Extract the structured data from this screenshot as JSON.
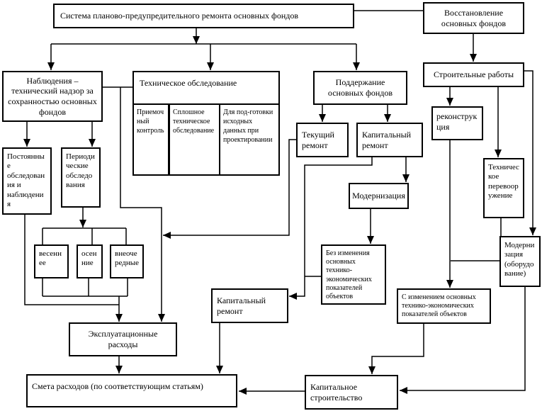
{
  "diagram": {
    "nodes": {
      "sistema_ppr": {
        "label": "Система планово-предупредительного ремонта основных фондов"
      },
      "vosstanovlenie": {
        "label": "Восстановление основных фондов"
      },
      "nablyudeniya": {
        "label": "Наблюдения – технический надзор за сохранностью основных фондов"
      },
      "teh_obsledovanie": {
        "label": "Техническое обследование"
      },
      "priemochny_kontrol": {
        "label": "Приемочный контроль"
      },
      "sploshnoe_obsledovanie": {
        "label": "Сплошное техническое обследование"
      },
      "dlya_podgotovki": {
        "label": "Для под-готовки исходных данных при проектировании"
      },
      "podderzhanie": {
        "label": "Поддержание основных фондов"
      },
      "stroitelnye_raboty": {
        "label": "Строительные работы"
      },
      "tekushchiy_remont": {
        "label": "Текущий ремонт"
      },
      "kapitalny_remont": {
        "label": "Капитальный ремонт"
      },
      "rekonstruktsiya": {
        "label": "реконструкция"
      },
      "teh_perevooruzhenie": {
        "label": "Техническое перевооружение"
      },
      "modernizatsiya": {
        "label": "Модернизация"
      },
      "modernizatsiya_oborud": {
        "label": "Модернизация (оборудование)"
      },
      "postoyannye": {
        "label": "Постоянные обследования и наблюдения"
      },
      "periodicheskie": {
        "label": "Периодические обследования"
      },
      "vesennee": {
        "label": "весеннее"
      },
      "osennie": {
        "label": "осенние"
      },
      "vneocherednye": {
        "label": "внеочередные"
      },
      "bez_izmeneniya": {
        "label": "Без изменения основных технико-экономических показателей объектов"
      },
      "kapitalny_remont_2": {
        "label": "Капитальный ремонт"
      },
      "s_izmeneniem": {
        "label": "С изменением основных технико-экономических показателей объектов"
      },
      "ekspluatatsionnye": {
        "label": "Эксплуатационные расходы"
      },
      "smeta_rashodov": {
        "label": "Смета расходов (по соответствующим статьям)"
      },
      "kapitalnoe_stroitelstvo": {
        "label": "Капитальное строительство"
      }
    },
    "line_color": "#000000",
    "background": "#ffffff"
  }
}
